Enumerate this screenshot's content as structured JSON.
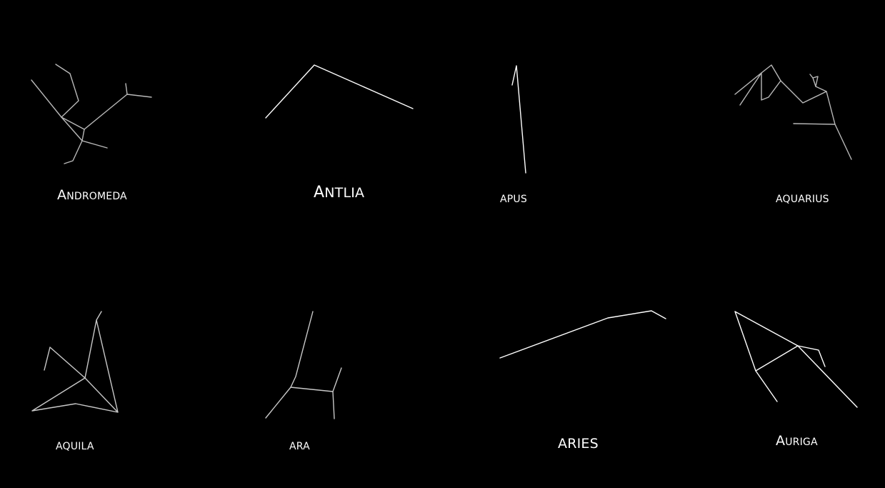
{
  "background_color": "#000000",
  "constellations": [
    {
      "id": "andromeda",
      "initial": "A",
      "rest": "NDROMEDA",
      "line_color": "#b8b8b8",
      "caps_style": "small-caps"
    },
    {
      "id": "antlia",
      "initial": "A",
      "rest": "NTLIA",
      "line_color": "#ffffff",
      "caps_style": "small-caps"
    },
    {
      "id": "apus",
      "initial": "",
      "rest": "APUS",
      "line_color": "#ffffff",
      "caps_style": "caps"
    },
    {
      "id": "aquarius",
      "initial": "",
      "rest": "AQUARIUS",
      "line_color": "#b8b8b8",
      "caps_style": "caps"
    },
    {
      "id": "aquila",
      "initial": "",
      "rest": "AQUILA",
      "line_color": "#c8c8c8",
      "caps_style": "caps"
    },
    {
      "id": "ara",
      "initial": "",
      "rest": "ARA",
      "line_color": "#c8c8c8",
      "caps_style": "caps"
    },
    {
      "id": "aries",
      "initial": "",
      "rest": "ARIES",
      "line_color": "#ffffff",
      "caps_style": "caps"
    },
    {
      "id": "auriga",
      "initial": "A",
      "rest": "URIGA",
      "line_color": "#ffffff",
      "caps_style": "small-caps"
    }
  ]
}
